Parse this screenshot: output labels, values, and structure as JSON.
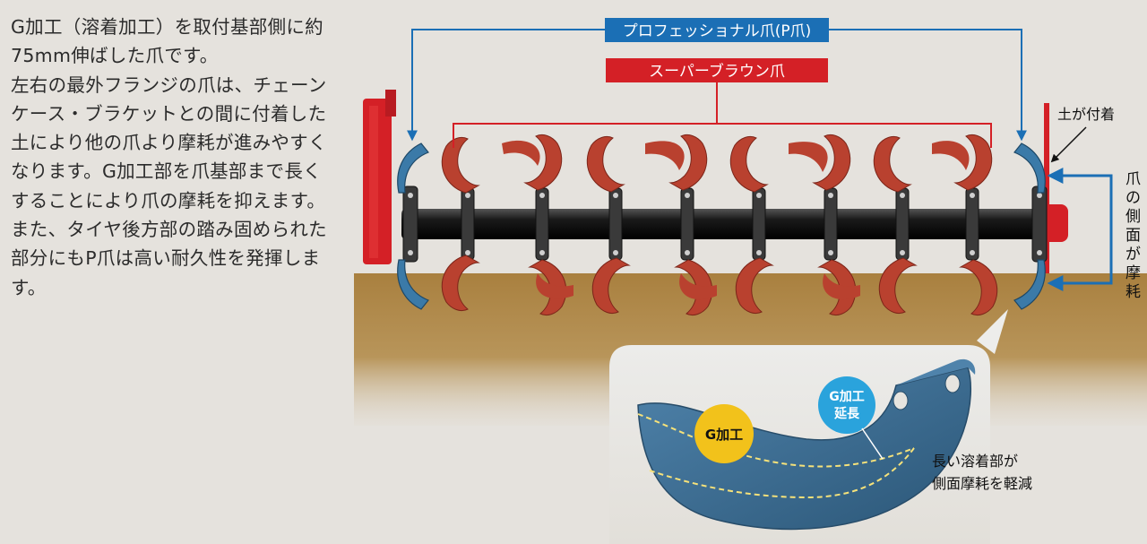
{
  "description": {
    "paragraphs": [
      "G加工（溶着加工）を取付基部側に約75mm伸ばした爪です。",
      "左右の最外フランジの爪は、チェーンケース・ブラケットとの間に付着した土により他の爪より摩耗が進みやすくなります。G加工部を爪基部まで長くすることにより爪の摩耗を抑えます。",
      "また、タイヤ後方部の踏み固められた部分にもP爪は高い耐久性を発揮します。"
    ]
  },
  "diagram": {
    "labels": {
      "p_blade": "プロフェッショナル爪(P爪)",
      "super_brown": "スーパーブラウン爪",
      "soil_adhered": "土が付着",
      "blade_side": "爪の側面が摩耗",
      "g_process": "G加工",
      "g_extension_line1": "G加工",
      "g_extension_line2": "延長",
      "long_weld_line1": "長い溶着部が",
      "long_weld_line2": "側面摩耗を軽減"
    },
    "colors": {
      "p_blade_blue": "#1b6fb5",
      "super_brown_red": "#d42026",
      "blade_red": "#b9412f",
      "soil": "#a67c3f",
      "g_yellow": "#f2c21b",
      "g_cyan": "#2aa3dc",
      "steel_blue": "#3d6f96"
    }
  }
}
